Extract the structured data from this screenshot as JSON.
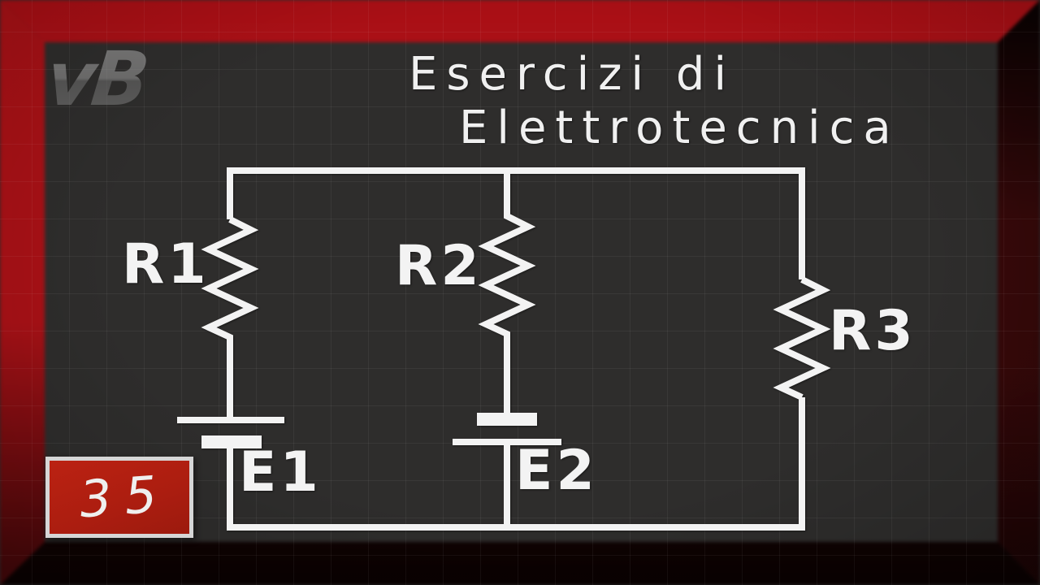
{
  "logo": {
    "text": "vB"
  },
  "title": {
    "line1": "Esercizi di",
    "line2": "Elettrotecnica"
  },
  "episode_badge": {
    "number": "35"
  },
  "circuit": {
    "description": "Three parallel branches between a top and bottom rail",
    "components": [
      {
        "id": "R1",
        "type": "resistor",
        "label": "R1",
        "branch": "left"
      },
      {
        "id": "R2",
        "type": "resistor",
        "label": "R2",
        "branch": "middle"
      },
      {
        "id": "R3",
        "type": "resistor",
        "label": "R3",
        "branch": "right"
      },
      {
        "id": "E1",
        "type": "voltage-source",
        "label": "E1",
        "branch": "left"
      },
      {
        "id": "E2",
        "type": "voltage-source",
        "label": "E2",
        "branch": "middle"
      }
    ]
  },
  "colors": {
    "panel": "#2e2d2c",
    "wire": "#f3f3f3",
    "title": "#f0f0f0",
    "frame_red": "#b2151b",
    "badge": "#ab1d10",
    "badge_border": "#d6d6d6",
    "logo": "#9a9a9a"
  }
}
